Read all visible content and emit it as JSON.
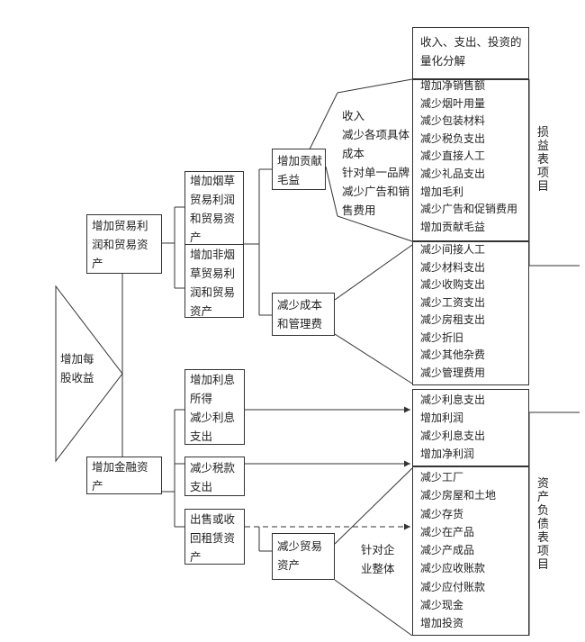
{
  "root": {
    "label": "增加每\n股收益"
  },
  "trade": {
    "label": "增加贸易利\n润和贸易资\n产"
  },
  "finance": {
    "label": "增加金融资\n产"
  },
  "tobacco": {
    "label": "增加烟草\n贸易利润\n和贸易资\n产"
  },
  "non_tobacco": {
    "label": "增加非烟\n草贸易利\n润和贸易\n资产"
  },
  "contribution": {
    "label": "增加贡献\n毛益"
  },
  "cost_mgmt": {
    "label": "减少成本\n和管理费"
  },
  "interest_income": {
    "label": "增加利息\n所得\n减少利息\n支出"
  },
  "tax": {
    "label": "减少税款\n支出"
  },
  "sell_lease": {
    "label": "出售或收\n回租赁资\n产"
  },
  "reduce_assets": {
    "label": "减少贸易\n资产"
  },
  "note_income": {
    "label": "收入\n减少各项具体\n成本\n针对单一品牌\n减少广告和销\n售费用"
  },
  "note_enterprise": {
    "label": "针对企\n业整体"
  },
  "header": {
    "label": "收入、支出、投资的\n量化分解"
  },
  "list_revenue": {
    "label": "增加净销售额\n减少烟叶用量\n减少包装材料\n减少税负支出\n减少直接人工\n减少礼品支出\n增加毛利\n减少广告和促销费用\n增加贡献毛益"
  },
  "list_cost": {
    "label": "减少间接人工\n减少材料支出\n减少收购支出\n减少工资支出\n减少房租支出\n减少折旧\n减少其他杂费\n减少管理费用"
  },
  "list_interest": {
    "label": "减少利息支出\n增加利润\n减少利息支出\n增加净利润"
  },
  "list_assets": {
    "label": "减少工厂\n减少房屋和土地\n减少存货\n减少在产品\n减少产成品\n减少应收账款\n减少应付账款\n减少现金\n增加投资"
  },
  "side_income": {
    "label": "损益表项目"
  },
  "side_balance": {
    "label": "资产负债表项目"
  }
}
